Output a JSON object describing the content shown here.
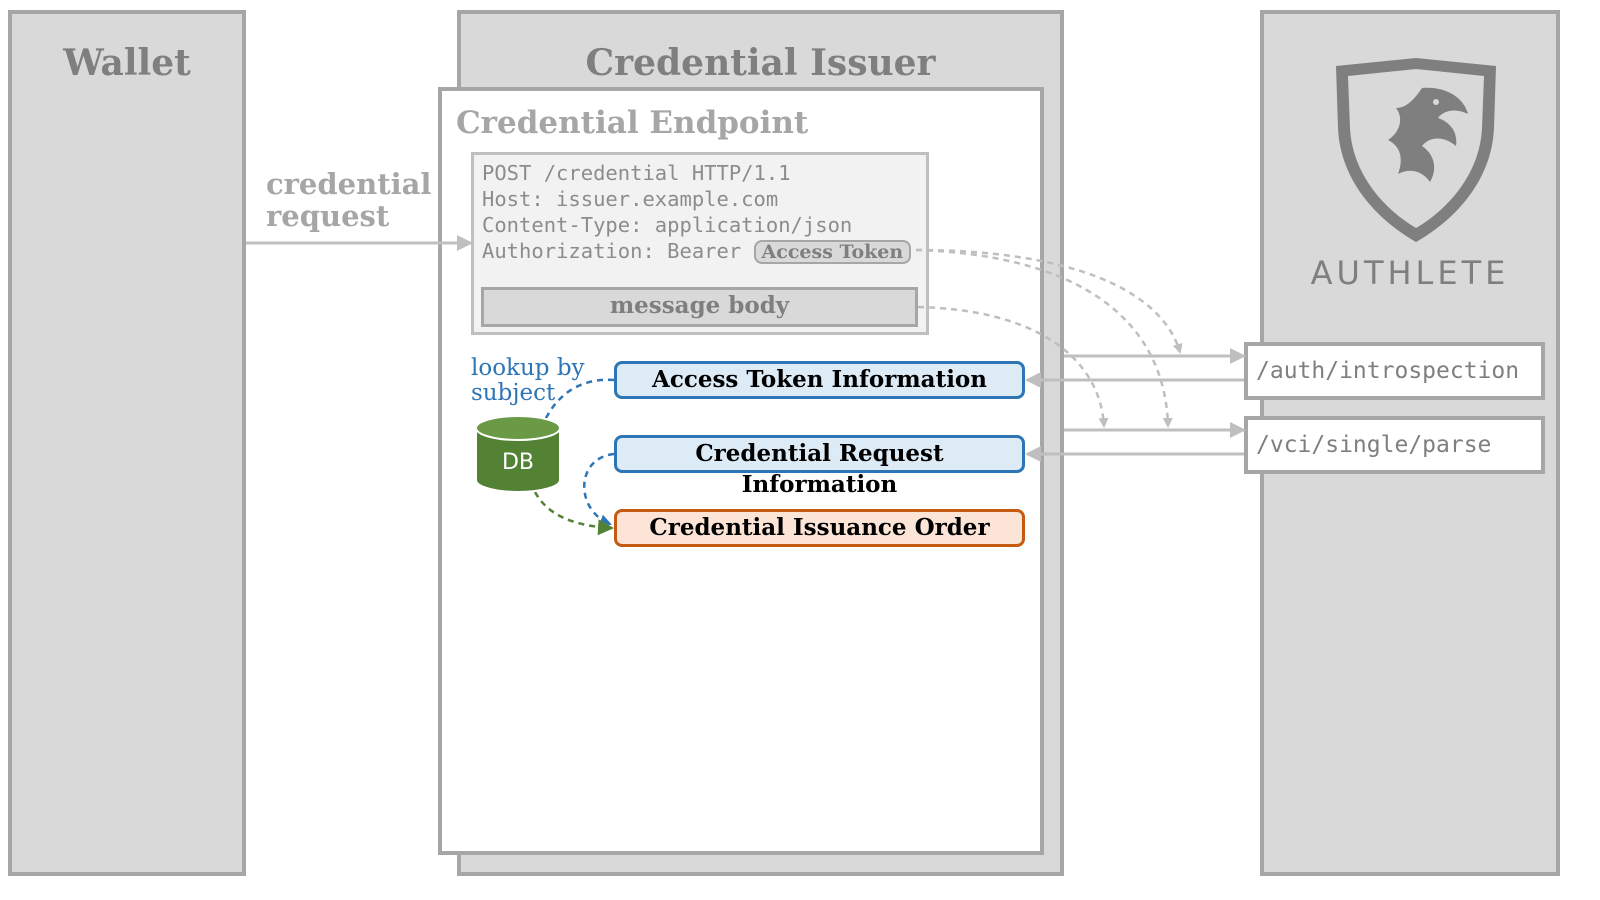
{
  "lanes": {
    "wallet": {
      "title": "Wallet"
    },
    "issuer": {
      "title": "Credential Issuer"
    },
    "authlete": {
      "brand": "AUTHLETE"
    }
  },
  "endpoint": {
    "title": "Credential Endpoint",
    "http_lines": [
      "POST /credential HTTP/1.1",
      "Host: issuer.example.com",
      "Content-Type: application/json",
      "Authorization: Bearer "
    ],
    "access_token_label": "Access Token",
    "message_body_label": "message body"
  },
  "request_label": {
    "line1": "credential",
    "line2": "request"
  },
  "lookup_label": {
    "line1": "lookup by",
    "line2": "subject"
  },
  "db_label": "DB",
  "info": {
    "access_token_info": "Access Token Information",
    "credential_request_info": "Credential Request Information",
    "credential_issuance_order": "Credential Issuance Order"
  },
  "apis": {
    "introspection": "/auth/introspection",
    "vci_parse": "/vci/single/parse"
  },
  "colors": {
    "lane_fill": "#d9d9d9",
    "lane_border": "#a6a6a6",
    "info_blue_border": "#2e75b6",
    "info_blue_fill": "#ddebf7",
    "order_border": "#c55a11",
    "order_fill": "#fce4d6",
    "db_green": "#548235",
    "lookup_blue": "#2e75b6"
  }
}
